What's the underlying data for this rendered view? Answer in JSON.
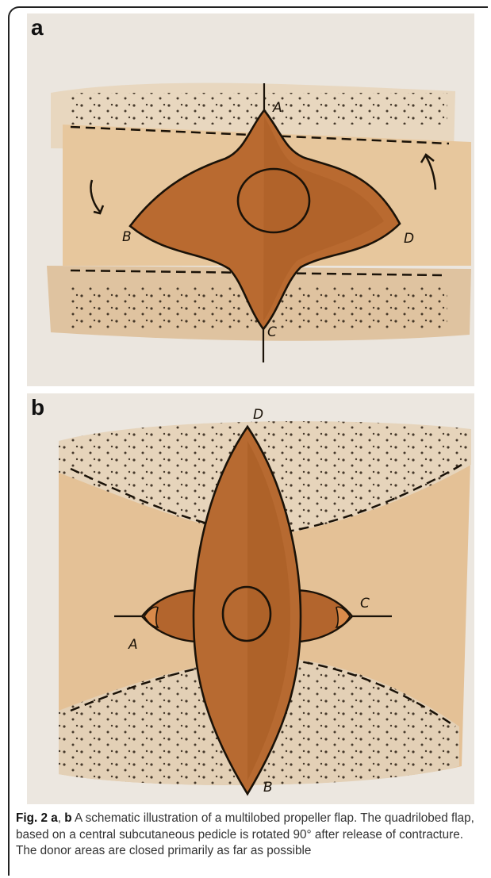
{
  "figure": {
    "panel_a_letter": "a",
    "panel_b_letter": "b",
    "panel_a_labels": {
      "A": "A",
      "B": "B",
      "C": "C",
      "D": "D"
    },
    "panel_b_labels": {
      "A": "A",
      "B": "B",
      "C": "C",
      "D": "D"
    },
    "caption": {
      "fig_label": "Fig. 2",
      "panel_a": "a",
      "separator": ", ",
      "panel_b": "b",
      "text": " A schematic illustration of a multilobed propeller flap. The quadrilobed flap, based on a central subcutaneous pedicle is rotated 90° after release of contracture. The donor areas are closed primarily as far as possible"
    }
  },
  "colors": {
    "paper": "#ece7e0",
    "skin": "#e8c9a0",
    "donor": "#dfc6a6",
    "flap": "#b9692f",
    "flap_dark": "#a85a24",
    "ink": "#1a1208"
  }
}
